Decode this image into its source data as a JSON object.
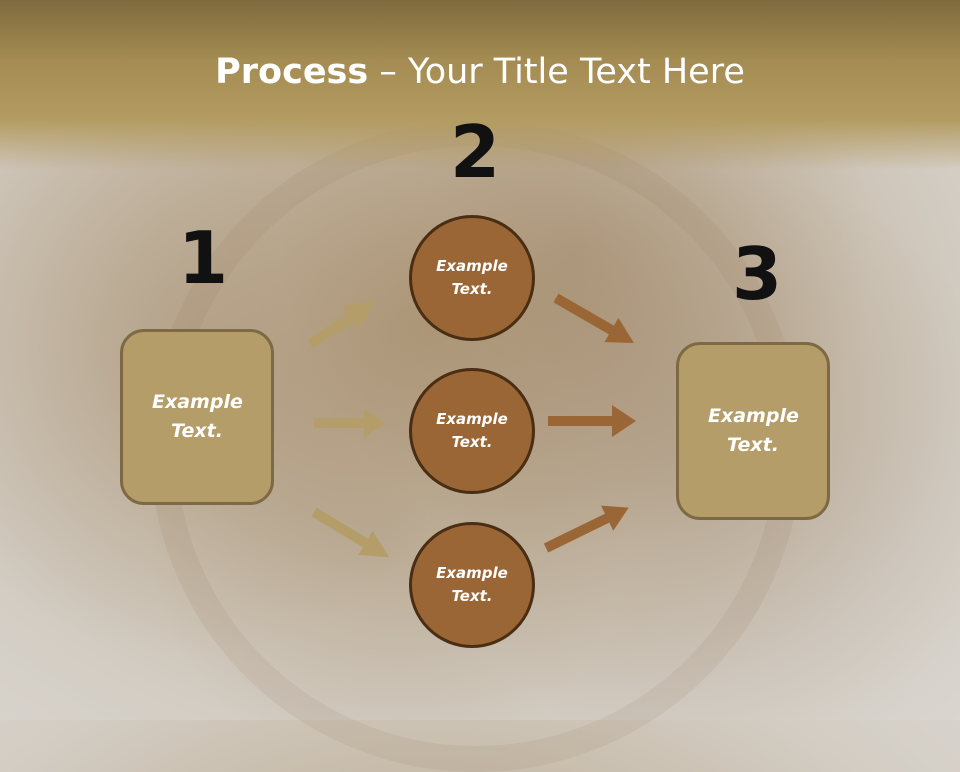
{
  "title": {
    "bold": "Process",
    "rest": " – Your Title Text Here"
  },
  "steps": [
    "1",
    "2",
    "3"
  ],
  "left_box": {
    "text": "Example Text."
  },
  "circles": [
    {
      "text": "Example Text."
    },
    {
      "text": "Example Text."
    },
    {
      "text": "Example Text."
    }
  ],
  "right_box": {
    "text": "Example Text."
  },
  "colors": {
    "box_fill": "#b49d69",
    "circle_fill": "#9a6635",
    "arrow_light": "#b49d69",
    "arrow_dark": "#9a6635"
  }
}
